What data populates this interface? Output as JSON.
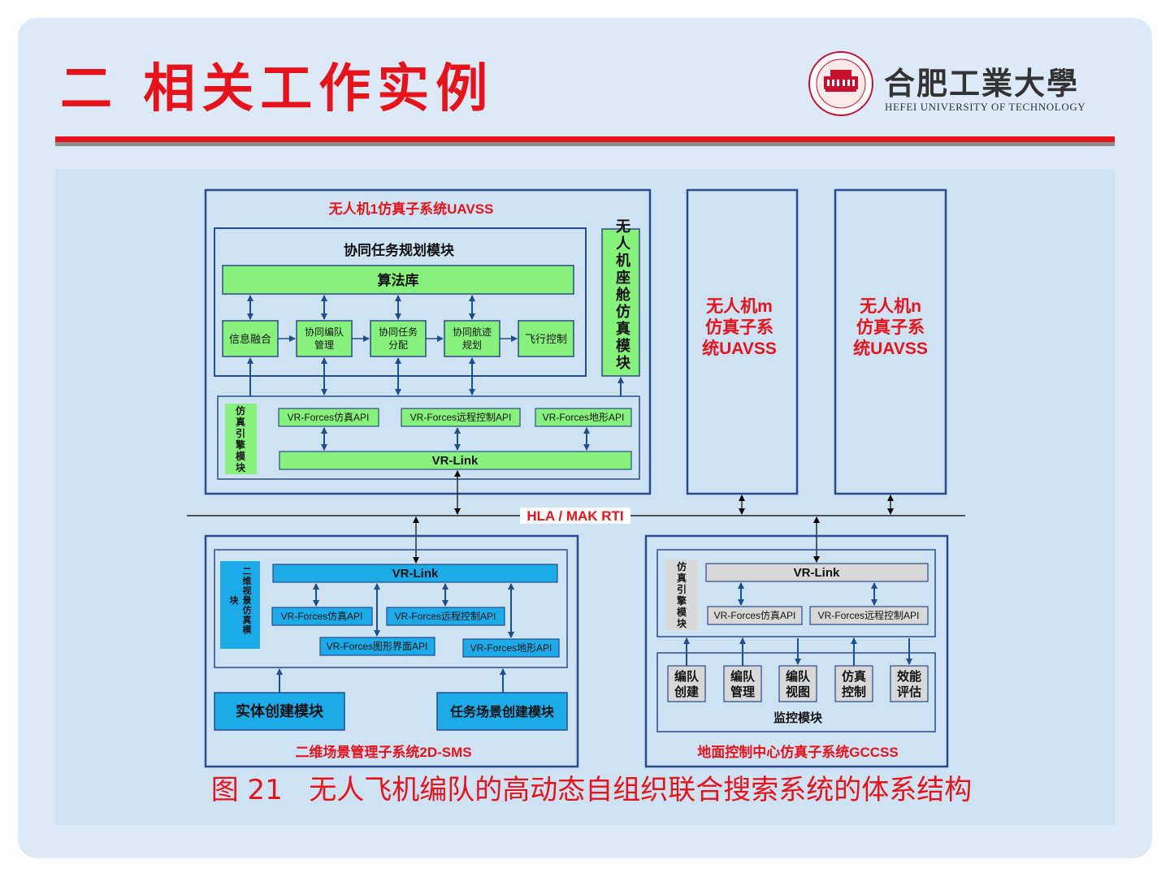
{
  "slide": {
    "title": "二 相关工作实例",
    "logo": {
      "name_cn": "合肥工業大學",
      "name_en": "HEFEI UNIVERSITY OF TECHNOLOGY"
    }
  },
  "colors": {
    "accent_red": "#e8121b",
    "module_green": "#87f27b",
    "module_blue": "#1aabe8",
    "module_grey": "#d8d8d8",
    "frame_navy": "#2a4b8d",
    "connector_blue": "#1f4e8c"
  },
  "diagram": {
    "uavss1": {
      "title": "无人机1仿真子系统UAVSS",
      "planning": {
        "title": "协同任务规划模块",
        "algorithm_lib": "算法库",
        "steps": [
          "信息融合",
          "协同编队管理",
          "协同任务分配",
          "协同航迹规划",
          "飞行控制"
        ]
      },
      "cockpit": "无人机座舱仿真模块",
      "engine": {
        "title": "仿真引擎模块",
        "apis": [
          "VR-Forces仿真API",
          "VR-Forces远程控制API",
          "VR-Forces地形API"
        ],
        "vrlink": "VR-Link"
      }
    },
    "uavss_m": "无人机m仿真子系统UAVSS",
    "uavss_n": "无人机n仿真子系统UAVSS",
    "bus_label": "HLA / MAK RTI",
    "sms": {
      "title": "二维场景管理子系统2D-SMS",
      "vis_module": "二维视景仿真模块",
      "vrlink": "VR-Link",
      "apis": [
        "VR-Forces仿真API",
        "VR-Forces远程控制API",
        "VR-Forces图形界面API",
        "VR-Forces地形API"
      ],
      "entity_module": "实体创建模块",
      "scene_module": "任务场景创建模块"
    },
    "gccss": {
      "title": "地面控制中心仿真子系统GCCSS",
      "engine_title": "仿真引擎模块",
      "vrlink": "VR-Link",
      "apis": [
        "VR-Forces仿真API",
        "VR-Forces远程控制API"
      ],
      "monitor_title": "监控模块",
      "monitor_items": [
        "编队创建",
        "编队管理",
        "编队视图",
        "仿真控制",
        "效能评估"
      ]
    },
    "caption": "图 21   无人飞机编队的高动态自组织联合搜索系统的体系结构"
  }
}
